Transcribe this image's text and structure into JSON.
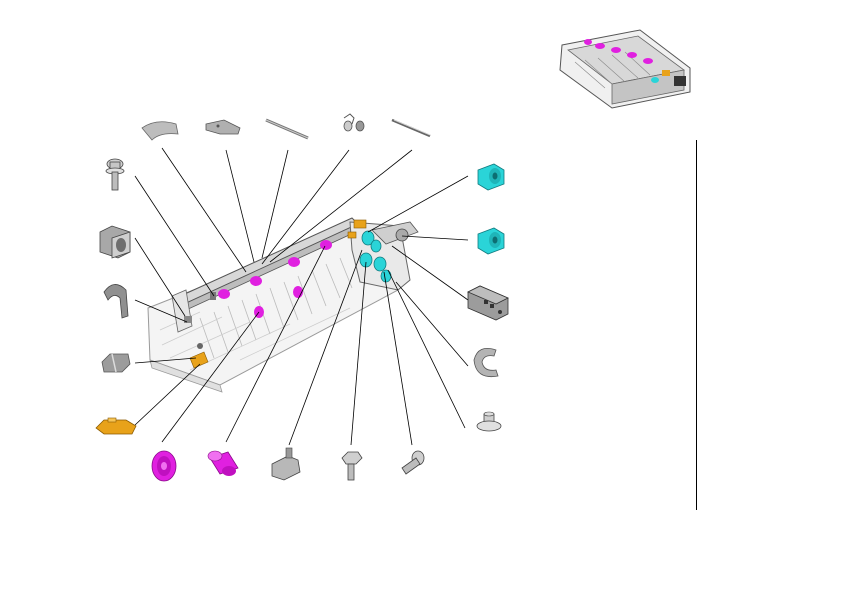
{
  "diagram": {
    "kind": "exploded-parts-view",
    "colors": {
      "accent_cyan": "#2ad4d8",
      "accent_magenta": "#e020e0",
      "accent_orange": "#e8a21a",
      "part_gray": "#b8b8b8",
      "line": "#000000"
    },
    "parts": [
      {
        "id": "c-clip-top",
        "icon": "c-clip-icon"
      },
      {
        "id": "flat-bracket",
        "icon": "bracket-icon"
      },
      {
        "id": "thin-rod",
        "icon": "rod-icon"
      },
      {
        "id": "spring-clip",
        "icon": "spring-icon"
      },
      {
        "id": "long-pin",
        "icon": "pin-icon"
      },
      {
        "id": "flange-screw",
        "icon": "screw-icon"
      },
      {
        "id": "bushing",
        "icon": "bushing-icon"
      },
      {
        "id": "hook-clip",
        "icon": "hook-icon"
      },
      {
        "id": "hex-plate",
        "icon": "plate-icon"
      },
      {
        "id": "orange-latch",
        "icon": "latch-icon"
      },
      {
        "id": "magenta-gear",
        "icon": "gear-icon"
      },
      {
        "id": "magenta-roller",
        "icon": "roller-icon"
      },
      {
        "id": "clamp-bracket",
        "icon": "clamp-icon"
      },
      {
        "id": "hex-screw",
        "icon": "screw-icon"
      },
      {
        "id": "shoulder-pin",
        "icon": "pin-icon"
      },
      {
        "id": "cyan-gear-top",
        "icon": "gear-icon"
      },
      {
        "id": "cyan-gear-mid",
        "icon": "gear-icon"
      },
      {
        "id": "sensor-block",
        "icon": "sensor-icon"
      },
      {
        "id": "c-ring",
        "icon": "c-clip-icon"
      },
      {
        "id": "mushroom-stud",
        "icon": "stud-icon"
      }
    ]
  }
}
